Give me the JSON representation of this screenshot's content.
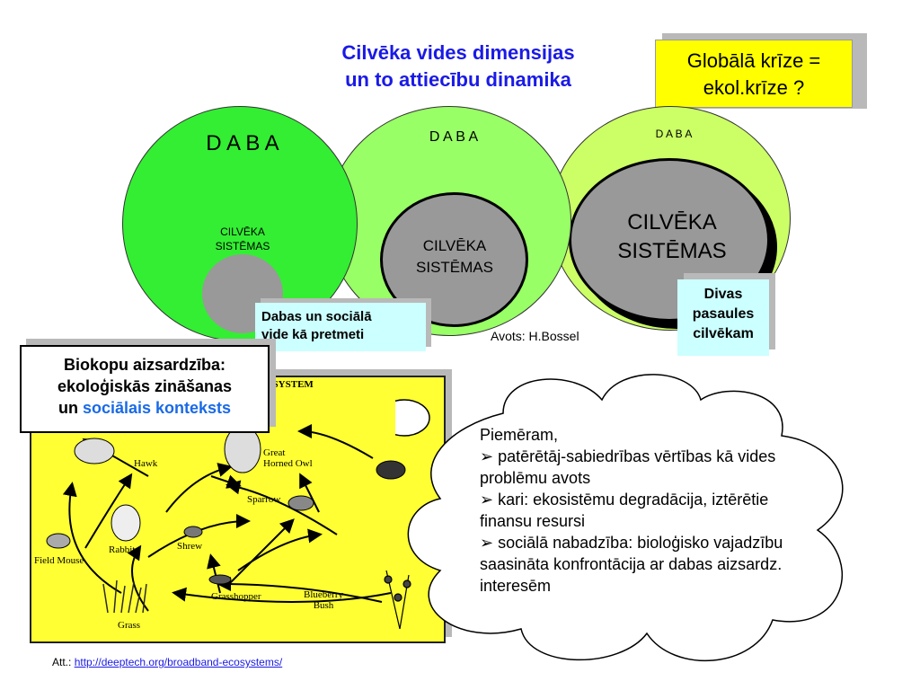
{
  "title": {
    "line1": "Cilvēka vides dimensijas",
    "line2": "un to attiecību dinamika"
  },
  "crisis": {
    "line1": "Globālā krīze =",
    "line2": "ekol.krīze ?"
  },
  "circles": [
    {
      "nature": "D A B A",
      "human_line1": "CILVĒKA",
      "human_line2": "SISTĒMAS"
    },
    {
      "nature": "D A B A",
      "human_line1": "CILVĒKA",
      "human_line2": "SISTĒMAS"
    },
    {
      "nature": "D A B A",
      "human_line1": "CILVĒKA",
      "human_line2": "SISTĒMAS"
    }
  ],
  "nature_vs_social": {
    "line1": "Dabas un sociālā",
    "line2": "vide kā pretmeti"
  },
  "source": "Avots: H.Bossel",
  "two_worlds": {
    "line1": "Divas",
    "line2": "pasaules",
    "line3": "cilvēkam"
  },
  "biotope": {
    "line1": "Biokopu aizsardzība:",
    "line2": "ekoloģiskās zināšanas",
    "line3_prefix": "un ",
    "line3_highlight": "sociālais konteksts"
  },
  "ecosystem": {
    "heading": "OSYSTEM",
    "labels": [
      "Hawk",
      "Great Horned Owl",
      "Sparrow",
      "Rabbit",
      "Shrew",
      "Field Mouse",
      "Grasshopper",
      "Blueberry Bush",
      "Grass"
    ]
  },
  "cloud": {
    "intro": "Piemēram,",
    "bullets": [
      "patērētāj-sabiedrības vērtības kā vides problēmu avots",
      "kari: ekosistēmu degradācija, iztērētie finansu resursi",
      "sociālā nabadzība: bioloģisko vajadzību saasināta konfrontācija ar dabas aizsardz. interesēm"
    ]
  },
  "attribution": {
    "prefix": "Att.: ",
    "link": "http://deeptech.org/broadband-ecosystems/"
  },
  "colors": {
    "title": "#1a1ae6",
    "highlight": "#1a6ae6",
    "crisis_bg": "#ffff00",
    "callout_bg": "#ccffff",
    "panel_bg": "#ffff33",
    "circle1": "#33ee33",
    "circle2": "#99ff66",
    "circle3": "#ccff66",
    "human": "#999999"
  }
}
